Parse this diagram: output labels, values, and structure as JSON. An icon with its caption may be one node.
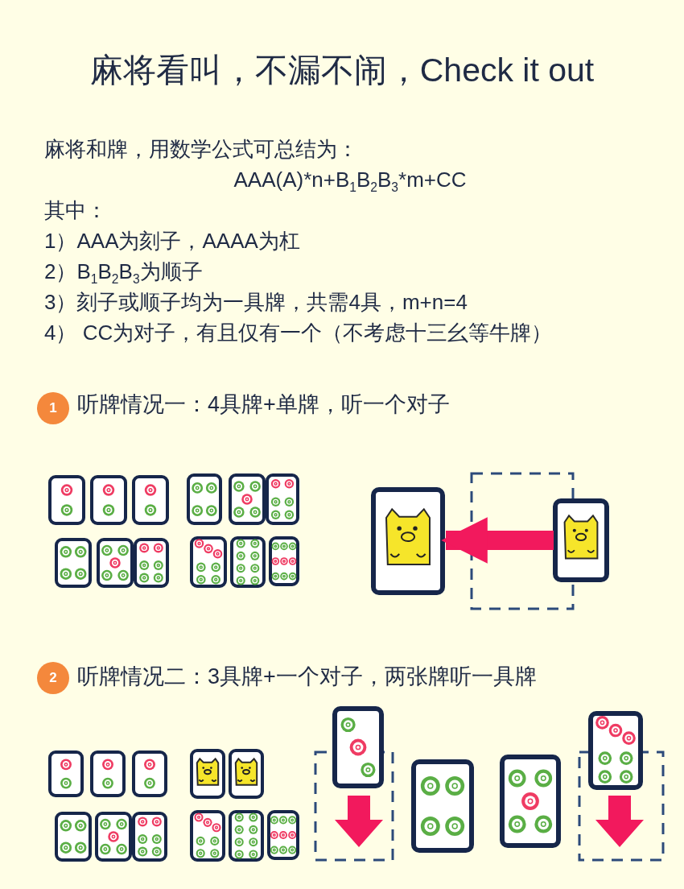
{
  "diagram": {
    "title": "麻将看叫，不漏不闹，Check it out",
    "nodes": [
      {
        "text": [
          "1"
        ],
        "beside": [
          "听牌情况一：4具牌+单牌，听一个对子"
        ]
      },
      {
        "text": [],
        "shape": "picture"
      },
      {
        "text": [],
        "shape": "picture"
      },
      {
        "text": [],
        "shape": "picture"
      },
      {
        "text": [],
        "shape": "picture"
      },
      {
        "text": [],
        "shape": "picture"
      },
      {
        "text": [],
        "shape": "picture"
      },
      {
        "text": [],
        "shape": "picture"
      },
      {
        "text": [],
        "shape": "picture"
      },
      {
        "text": [],
        "shape": "picture"
      },
      {
        "text": [],
        "shape": "picture"
      },
      {
        "text": [],
        "shape": "picture"
      },
      {
        "text": [],
        "shape": "picture"
      },
      {
        "text": [],
        "shape": "picture"
      },
      {
        "text": [],
        "shape": "picture"
      },
      {
        "text": [
          "2"
        ],
        "beside": [
          "听牌情况二：3具牌+一个对子，两张牌听一具牌"
        ]
      },
      {
        "text": [],
        "shape": "picture"
      },
      {
        "text": [],
        "shape": "picture"
      },
      {
        "text": [],
        "shape": "picture"
      },
      {
        "text": [],
        "shape": "picture"
      },
      {
        "text": [],
        "shape": "picture"
      },
      {
        "text": [],
        "shape": "picture"
      },
      {
        "text": [],
        "shape": "picture"
      },
      {
        "text": [],
        "shape": "picture"
      },
      {
        "text": [],
        "shape": "picture"
      },
      {
        "text": [],
        "shape": "picture"
      },
      {
        "text": [],
        "shape": "picture"
      },
      {
        "text": [],
        "shape": "picture"
      },
      {
        "text": [],
        "shape": "picture"
      },
      {
        "text": [],
        "shape": "picture"
      },
      {
        "text": [],
        "shape": "picture"
      }
    ],
    "edges": [
      {
        "from": 14,
        "to": 13,
        "arrow": "to"
      }
    ],
    "labels": [
      "麻将和牌，用数学公式可总结为：",
      "AAA(A)*n+B$_{1}$B$_{2}$B$_{3}$*m+CC",
      "其中：",
      "1）AAA为刻子，AAAA为杠",
      "2）B$_{1}$B$_{2}$B$_{3}$为顺子",
      "3）刻子或顺子均为一具牌，共需4具，m+n=4",
      "4） CC为对子，有且仅有一个（不考虑十三幺等牛牌）"
    ]
  }
}
